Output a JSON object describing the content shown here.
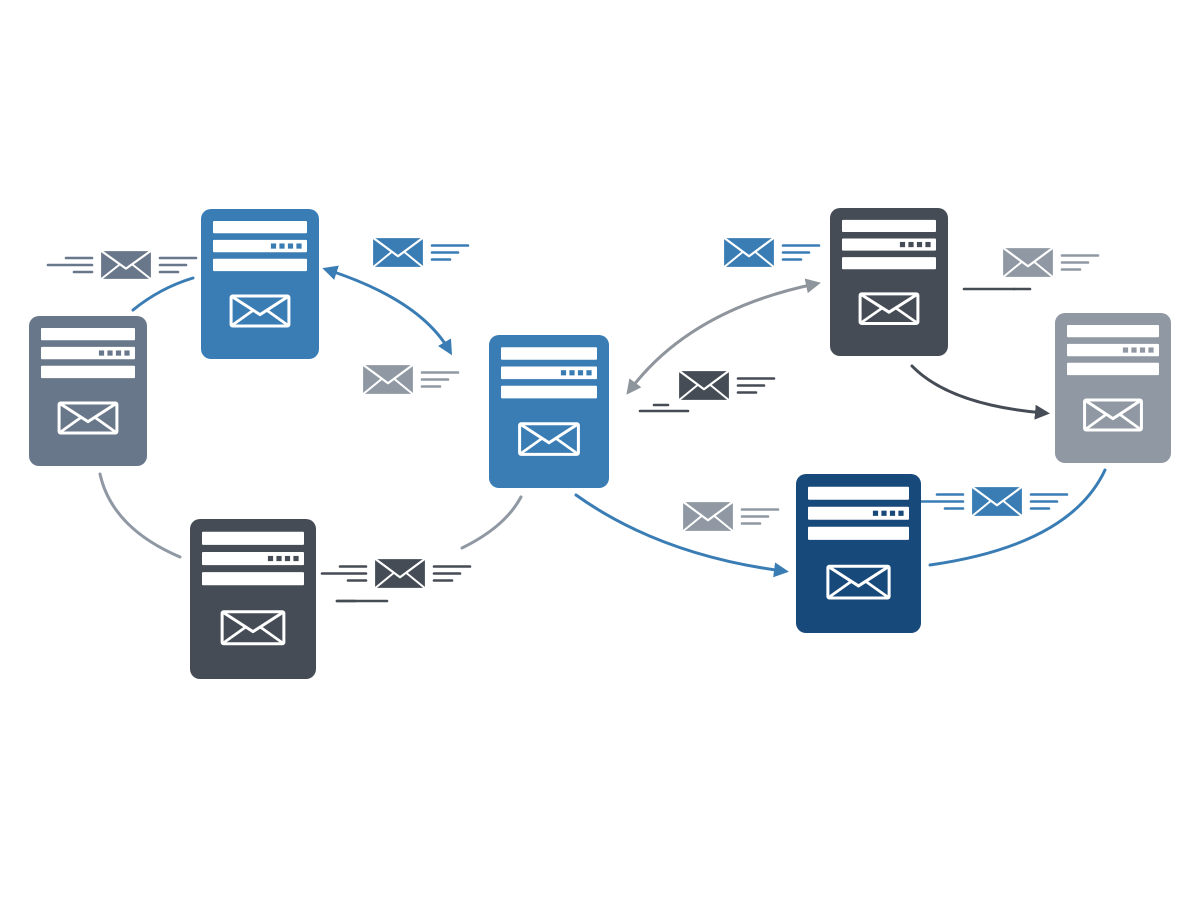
{
  "colors": {
    "steel_blue": "#3a7db5",
    "slate_gray": "#69778a",
    "charcoal": "#454c55",
    "navy": "#17497a",
    "silver_gray": "#8f98a3",
    "link_gray": "#8f959c"
  },
  "servers": [
    {
      "name": "server-top-left",
      "color": "steel_blue",
      "icon": "envelope-icon"
    },
    {
      "name": "server-left",
      "color": "slate_gray",
      "icon": "envelope-icon"
    },
    {
      "name": "server-bottom-left",
      "color": "charcoal",
      "icon": "envelope-icon"
    },
    {
      "name": "server-center",
      "color": "steel_blue",
      "icon": "envelope-icon"
    },
    {
      "name": "server-top-right",
      "color": "charcoal",
      "icon": "envelope-icon"
    },
    {
      "name": "server-right",
      "color": "silver_gray",
      "icon": "envelope-icon"
    },
    {
      "name": "server-bottom-right",
      "color": "navy",
      "icon": "envelope-icon"
    }
  ],
  "connections": [
    {
      "from": "server-top-left",
      "to": "server-center",
      "color": "steel_blue",
      "arrows": "both"
    },
    {
      "from": "server-center",
      "to": "server-top-right",
      "color": "link_gray",
      "arrows": "both"
    },
    {
      "from": "server-top-right",
      "to": "server-right",
      "color": "charcoal",
      "arrows": "end"
    },
    {
      "from": "server-center",
      "to": "server-bottom-right",
      "color": "steel_blue",
      "arrows": "end"
    },
    {
      "from": "server-left",
      "to": "server-top-left",
      "color": "steel_blue",
      "arrows": "none"
    },
    {
      "from": "server-left",
      "to": "server-bottom-left",
      "color": "silver_gray",
      "arrows": "none"
    },
    {
      "from": "server-bottom-left",
      "to": "server-center",
      "color": "silver_gray",
      "arrows": "none"
    },
    {
      "from": "server-bottom-right",
      "to": "server-right",
      "color": "steel_blue",
      "arrows": "none"
    }
  ],
  "messages": [
    {
      "name": "message-1",
      "color": "slate_gray",
      "icon": "envelope-icon"
    },
    {
      "name": "message-2",
      "color": "steel_blue",
      "icon": "envelope-icon"
    },
    {
      "name": "message-3",
      "color": "silver_gray",
      "icon": "envelope-icon"
    },
    {
      "name": "message-4",
      "color": "charcoal",
      "icon": "envelope-icon"
    },
    {
      "name": "message-5",
      "color": "steel_blue",
      "icon": "envelope-icon"
    },
    {
      "name": "message-6",
      "color": "charcoal",
      "icon": "envelope-icon"
    },
    {
      "name": "message-7",
      "color": "silver_gray",
      "icon": "envelope-icon"
    },
    {
      "name": "message-8",
      "color": "silver_gray",
      "icon": "envelope-icon"
    },
    {
      "name": "message-9",
      "color": "steel_blue",
      "icon": "envelope-icon"
    }
  ]
}
